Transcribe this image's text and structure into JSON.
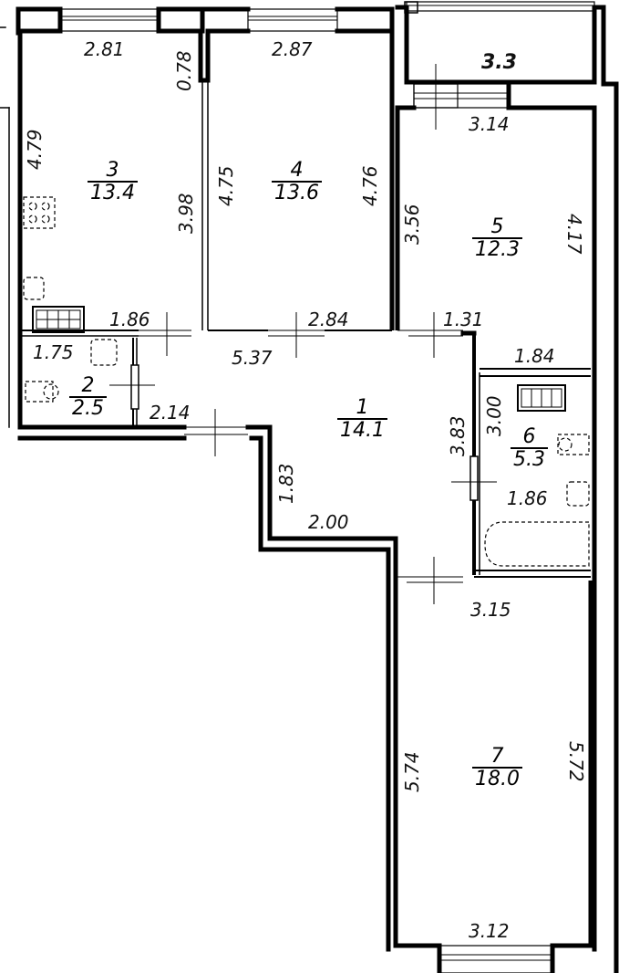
{
  "plan": {
    "rooms": [
      {
        "id": "1",
        "area": "14.1"
      },
      {
        "id": "2",
        "area": "2.5"
      },
      {
        "id": "3",
        "area": "13.4"
      },
      {
        "id": "4",
        "area": "13.6"
      },
      {
        "id": "5",
        "area": "12.3"
      },
      {
        "id": "6",
        "area": "5.3"
      },
      {
        "id": "7",
        "area": "18.0"
      }
    ],
    "balcony_area": "3.3",
    "dimensions": {
      "r3_top": "2.81",
      "r3_side_top": "0.78",
      "r3_left": "4.79",
      "r3_right": "3.98",
      "r3_bottom": "1.86",
      "r4_top": "2.87",
      "r4_left": "4.75",
      "r4_right": "4.76",
      "r4_bottom": "2.84",
      "r5_top": "3.14",
      "r5_left": "3.56",
      "r5_right": "4.17",
      "r5_bottom_left": "1.31",
      "r5_bottom": "1.84",
      "r2_top": "1.75",
      "hall_top": "5.37",
      "hall_left": "2.14",
      "hall_mid": "1.83",
      "hall_bottom": "2.00",
      "hall_right": "3.83",
      "r6_left": "3.00",
      "r6_bottom": "1.86",
      "r7_top": "3.15",
      "r7_left": "5.74",
      "r7_right": "5.72",
      "r7_bottom": "3.12"
    }
  }
}
